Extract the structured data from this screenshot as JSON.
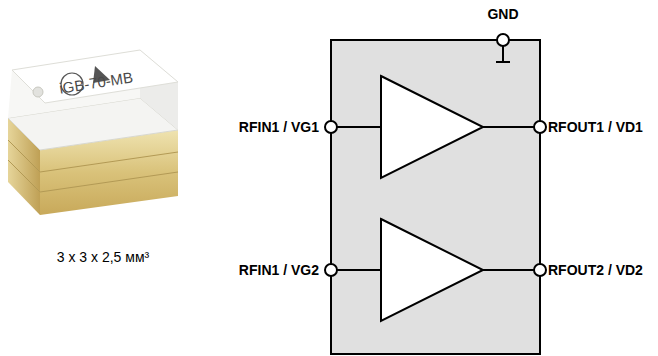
{
  "diagram": {
    "labels": [
      "iGB-70-MB",
      "3 x 3 x 2,5 мм³",
      "GND",
      "RFIN1 / VG1",
      "RFOUT1 / VD1",
      "RFIN1 / VG2",
      "RFOUT2 / VD2"
    ]
  }
}
